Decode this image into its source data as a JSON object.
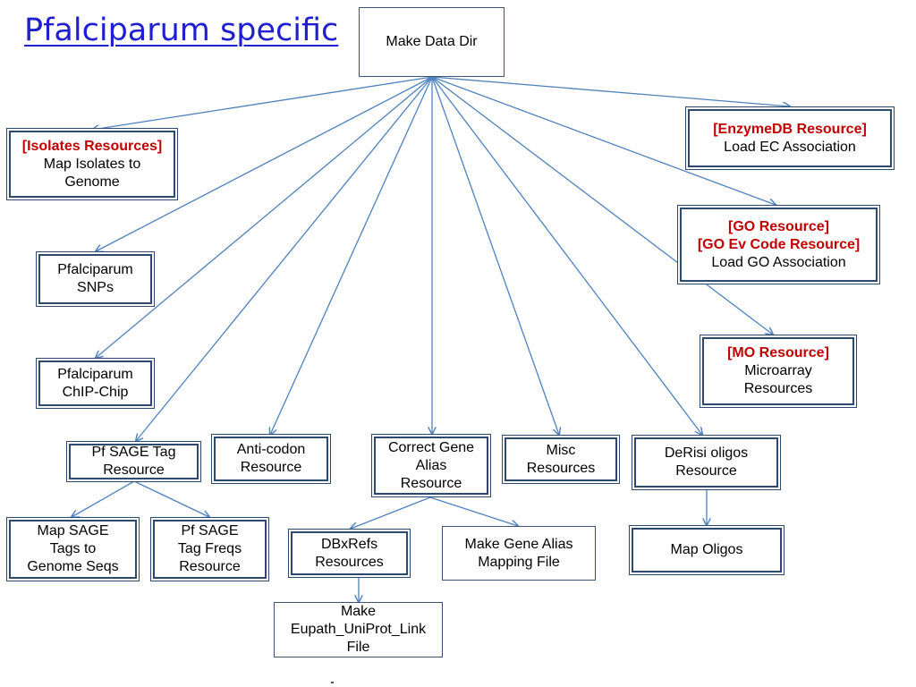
{
  "title": "Pfalciparum specific",
  "nodes": {
    "root": {
      "line1": "Make Data Dir"
    },
    "isolates": {
      "resource": "[Isolates Resources]",
      "line1": "Map Isolates to",
      "line2": "Genome"
    },
    "snps": {
      "line1": "Pfalciparum",
      "line2": "SNPs"
    },
    "chip": {
      "line1": "Pfalciparum",
      "line2": "ChIP-Chip"
    },
    "sage": {
      "line1": "Pf SAGE Tag",
      "line2": "Resource"
    },
    "map_sage": {
      "line1": "Map SAGE",
      "line2": "Tags to",
      "line3": "Genome Seqs"
    },
    "sage_freqs": {
      "line1": "Pf SAGE",
      "line2": "Tag Freqs",
      "line3": "Resource"
    },
    "anticodon": {
      "line1": "Anti-codon",
      "line2": "Resource"
    },
    "gene_alias": {
      "line1": "Correct Gene",
      "line2": "Alias",
      "line3": "Resource"
    },
    "dbxrefs": {
      "line1": "DBxRefs",
      "line2": "Resources"
    },
    "gene_alias_file": {
      "line1": "Make Gene Alias",
      "line2": "Mapping File"
    },
    "uniprot": {
      "line1": "Make",
      "line2": "Eupath_UniProt_Link",
      "line3": "File"
    },
    "misc": {
      "line1": "Misc",
      "line2": "Resources"
    },
    "derisi": {
      "line1": "DeRisi oligos",
      "line2": "Resource"
    },
    "map_oligos": {
      "line1": "Map Oligos"
    },
    "enzyme": {
      "resource": "[EnzymeDB Resource]",
      "line1": "Load EC Association"
    },
    "go": {
      "resource": "[GO Resource]",
      "resource2": "[GO Ev Code Resource]",
      "line1": "Load GO Association"
    },
    "mo": {
      "resource": "[MO Resource]",
      "line1": "Microarray",
      "line2": "Resources"
    }
  },
  "colors": {
    "title": "#1f1fd0",
    "resource_label": "#c00000",
    "connector": "#4f81bd",
    "border": "#2b4a6e"
  }
}
